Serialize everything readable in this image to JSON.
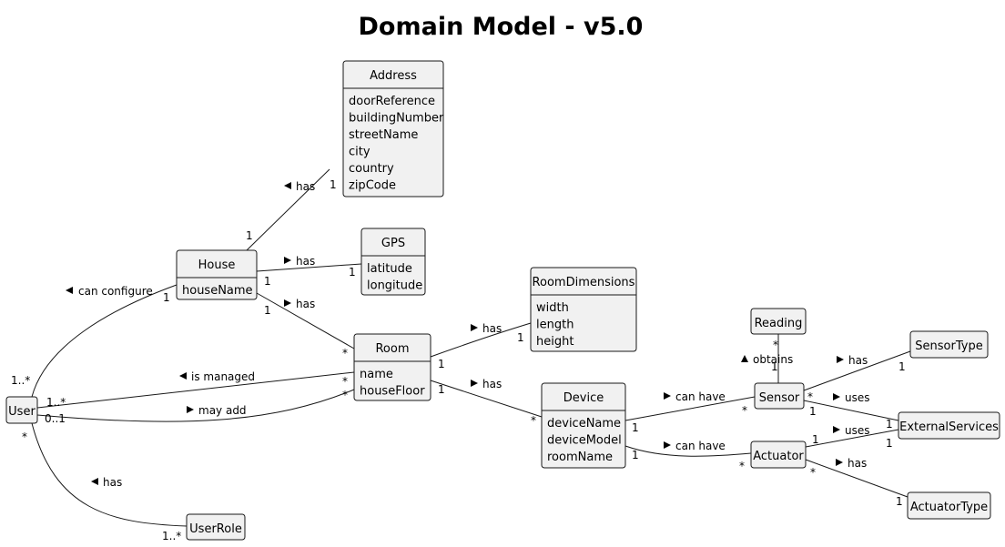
{
  "title": "Domain Model - v5.0",
  "classes": {
    "address": {
      "name": "Address",
      "attributes": [
        "doorReference",
        "buildingNumber",
        "streetName",
        "city",
        "country",
        "zipCode"
      ]
    },
    "house": {
      "name": "House",
      "attributes": [
        "houseName"
      ]
    },
    "gps": {
      "name": "GPS",
      "attributes": [
        "latitude",
        "longitude"
      ]
    },
    "roomdimensions": {
      "name": "RoomDimensions",
      "attributes": [
        "width",
        "length",
        "height"
      ]
    },
    "room": {
      "name": "Room",
      "attributes": [
        "name",
        "houseFloor"
      ]
    },
    "device": {
      "name": "Device",
      "attributes": [
        "deviceName",
        "deviceModel",
        "roomName"
      ]
    },
    "reading": {
      "name": "Reading",
      "attributes": []
    },
    "sensor": {
      "name": "Sensor",
      "attributes": []
    },
    "sensortype": {
      "name": "SensorType",
      "attributes": []
    },
    "externalservices": {
      "name": "ExternalServices",
      "attributes": []
    },
    "actuator": {
      "name": "Actuator",
      "attributes": []
    },
    "actuatortype": {
      "name": "ActuatorType",
      "attributes": []
    },
    "user": {
      "name": "User",
      "attributes": []
    },
    "userrole": {
      "name": "UserRole",
      "attributes": []
    }
  },
  "relations": [
    {
      "id": "house-address",
      "label": "has",
      "arrow": "left",
      "src_mult": "1",
      "dst_mult": "1"
    },
    {
      "id": "house-gps",
      "label": "has",
      "arrow": "right",
      "src_mult": "1",
      "dst_mult": "1"
    },
    {
      "id": "house-room",
      "label": "has",
      "arrow": "right",
      "src_mult": "1",
      "dst_mult": "*"
    },
    {
      "id": "user-house",
      "label": "can configure",
      "arrow": "left",
      "src_mult": "1..*",
      "dst_mult": "1"
    },
    {
      "id": "user-room-managed",
      "label": "is managed",
      "arrow": "left",
      "src_mult": "1..*",
      "dst_mult": "*"
    },
    {
      "id": "user-room-add",
      "label": "may add",
      "arrow": "right",
      "src_mult": "0..1",
      "dst_mult": "*"
    },
    {
      "id": "user-userrole",
      "label": "has",
      "arrow": "left",
      "src_mult": "*",
      "dst_mult": "1..*"
    },
    {
      "id": "room-roomdimensions",
      "label": "has",
      "arrow": "right",
      "src_mult": "1",
      "dst_mult": "1"
    },
    {
      "id": "room-device",
      "label": "has",
      "arrow": "right",
      "src_mult": "1",
      "dst_mult": "*"
    },
    {
      "id": "device-sensor",
      "label": "can have",
      "arrow": "right",
      "src_mult": "1",
      "dst_mult": "*"
    },
    {
      "id": "device-actuator",
      "label": "can have",
      "arrow": "right",
      "src_mult": "1",
      "dst_mult": "*"
    },
    {
      "id": "sensor-reading",
      "label": "obtains",
      "arrow": "up",
      "src_mult": "1",
      "dst_mult": "*"
    },
    {
      "id": "sensor-sensortype",
      "label": "has",
      "arrow": "right",
      "src_mult": "*",
      "dst_mult": "1"
    },
    {
      "id": "sensor-externalservices",
      "label": "uses",
      "arrow": "right",
      "src_mult": "1",
      "dst_mult": "1"
    },
    {
      "id": "actuator-externalservices",
      "label": "uses",
      "arrow": "right",
      "src_mult": "1",
      "dst_mult": "1"
    },
    {
      "id": "actuator-actuatortype",
      "label": "has",
      "arrow": "right",
      "src_mult": "*",
      "dst_mult": "1"
    }
  ]
}
